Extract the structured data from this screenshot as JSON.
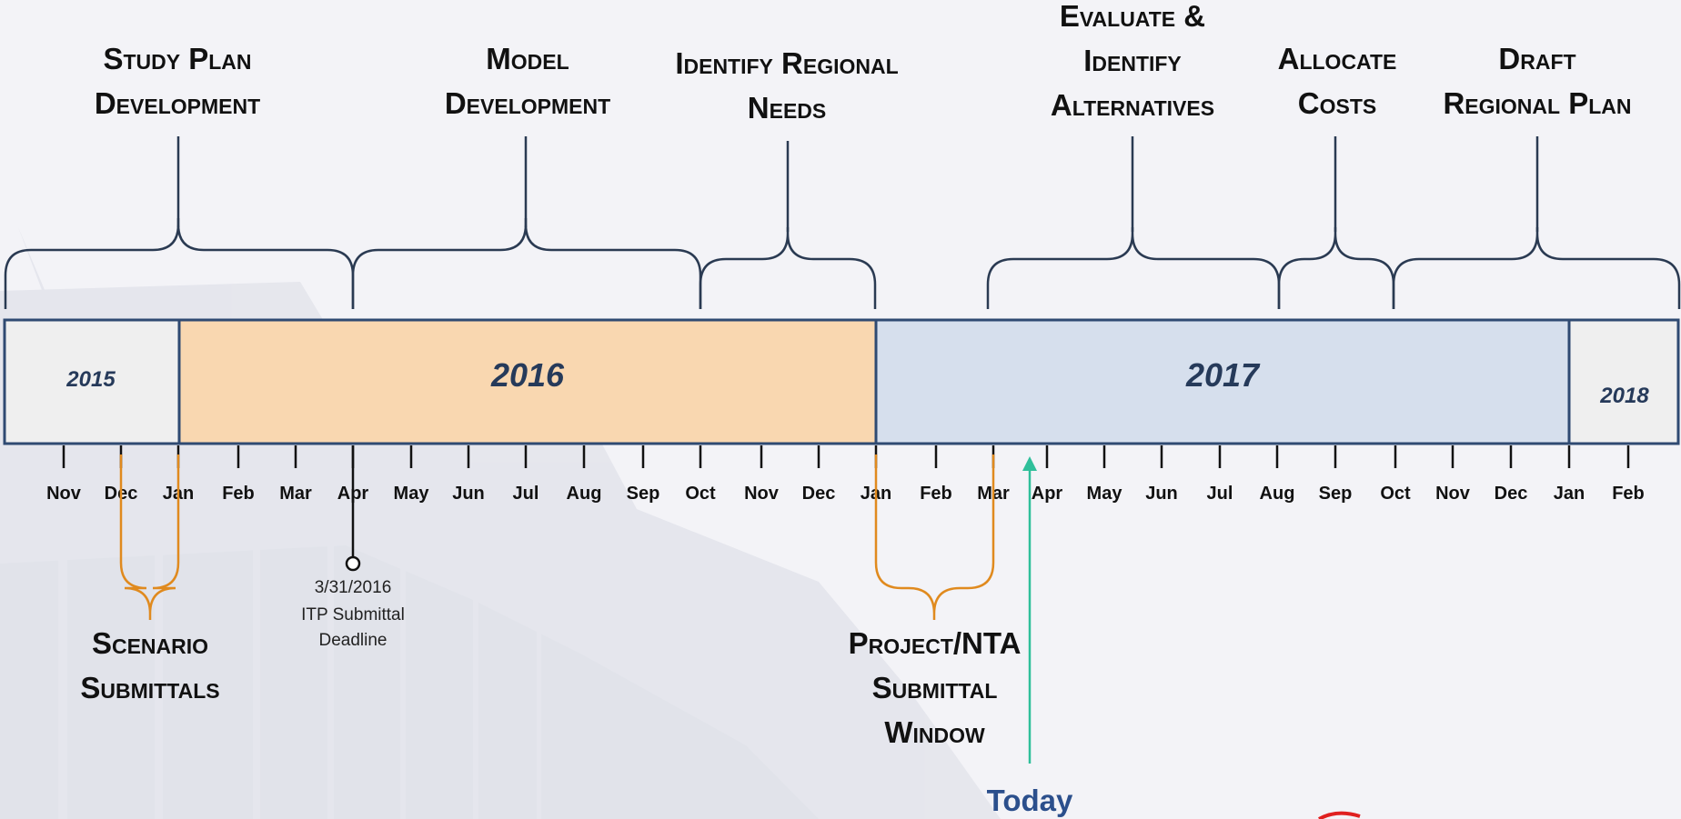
{
  "phases": [
    {
      "id": "study",
      "line1": "Study Plan",
      "line2": "Development"
    },
    {
      "id": "model",
      "line1": "Model",
      "line2": "Development"
    },
    {
      "id": "needs",
      "line1": "Identify Regional",
      "line2": "Needs"
    },
    {
      "id": "evaluate",
      "line1": "Evaluate &",
      "line2": "Identify",
      "line3": "Alternatives"
    },
    {
      "id": "allocate",
      "line1": "Allocate",
      "line2": "Costs"
    },
    {
      "id": "draft",
      "line1": "Draft",
      "line2": "Regional Plan"
    }
  ],
  "years": [
    {
      "label": "2015",
      "fill": "#efefef"
    },
    {
      "label": "2016",
      "fill": "#f9d7b0"
    },
    {
      "label": "2017",
      "fill": "#d6dfed"
    },
    {
      "label": "2018",
      "fill": "#efefef"
    }
  ],
  "months": [
    "Nov",
    "Dec",
    "Jan",
    "Feb",
    "Mar",
    "Apr",
    "May",
    "Jun",
    "Jul",
    "Aug",
    "Sep",
    "Oct",
    "Nov",
    "Dec",
    "Jan",
    "Feb",
    "Mar",
    "Apr",
    "May",
    "Jun",
    "Jul",
    "Aug",
    "Sep",
    "Oct",
    "Nov",
    "Dec",
    "Jan",
    "Feb"
  ],
  "milestone": {
    "date": "3/31/2016",
    "line1": "ITP Submittal",
    "line2": "Deadline"
  },
  "scenario": {
    "line1": "Scenario",
    "line2": "Submittals"
  },
  "project": {
    "line1": "Project/NTA",
    "line2": "Submittal",
    "line3": "Window"
  },
  "today": {
    "label": "Today"
  },
  "colors": {
    "bracket": "#2a3a52",
    "orange": "#e08a1e",
    "today": "#2fbf9a",
    "bar_border": "#2f4a72"
  }
}
